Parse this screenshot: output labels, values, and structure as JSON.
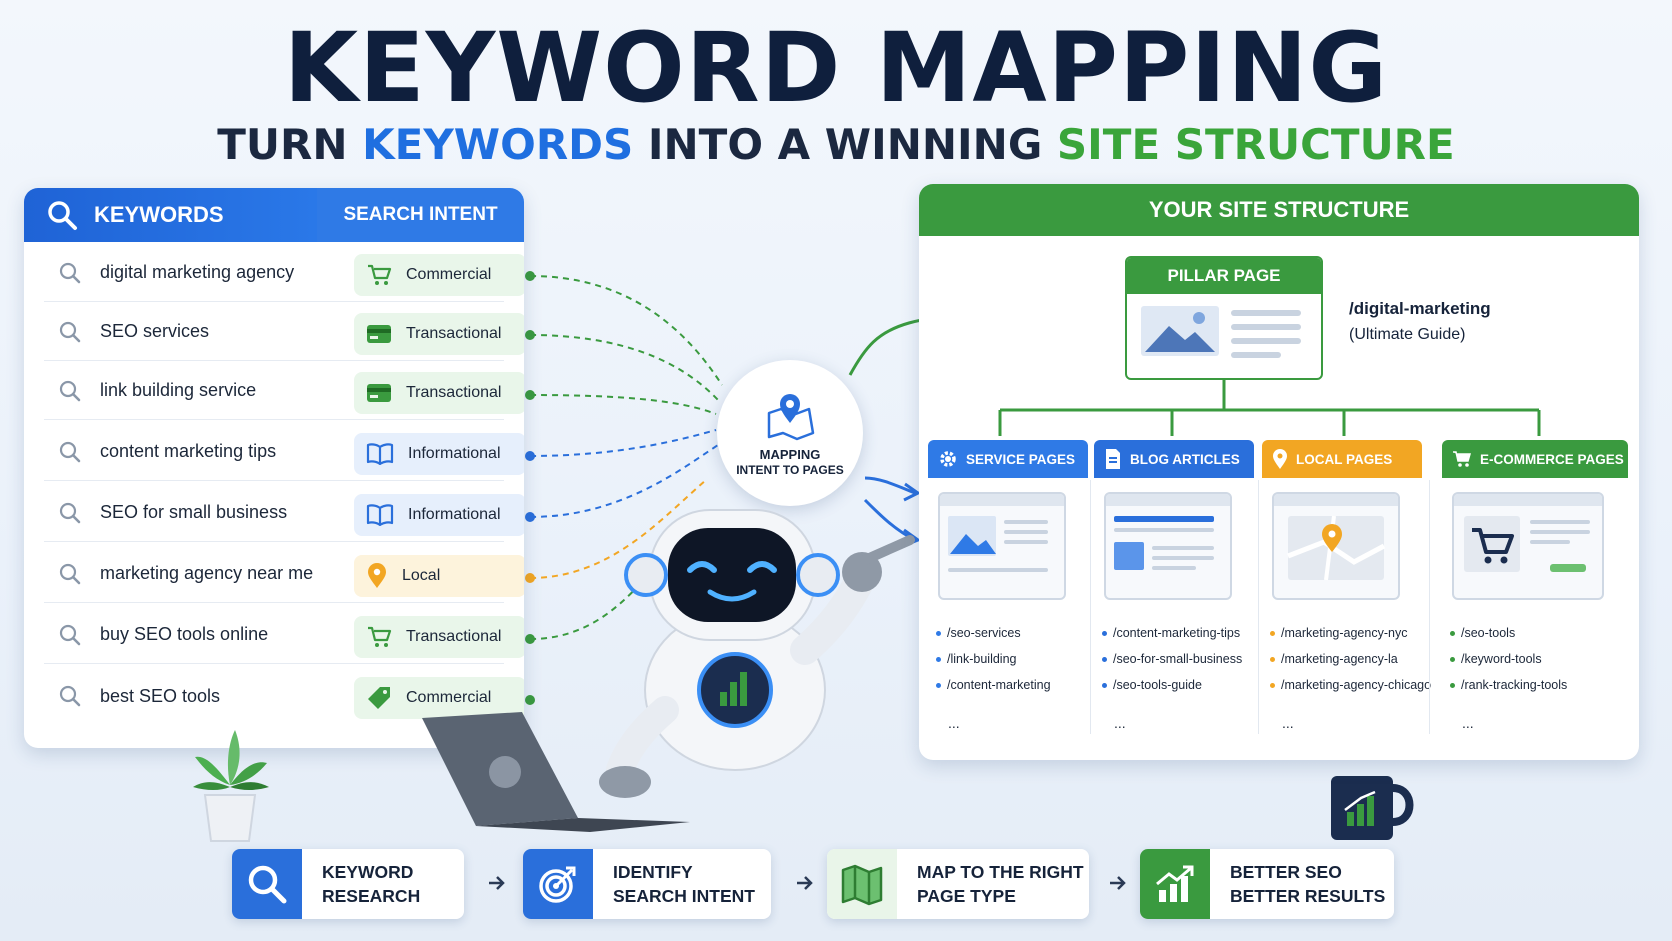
{
  "title": "KEYWORD MAPPING",
  "subtitle": {
    "part1": "TURN ",
    "part2": "KEYWORDS",
    "part3": " INTO A WINNING ",
    "part4": "SITE STRUCTURE"
  },
  "keywords_panel": {
    "header_left": "KEYWORDS",
    "header_right": "SEARCH INTENT",
    "rows": [
      {
        "keyword": "digital marketing agency",
        "intent": "Commercial",
        "intent_icon": "cart-icon",
        "color": "green"
      },
      {
        "keyword": "SEO services",
        "intent": "Transactional",
        "intent_icon": "credit-card-icon",
        "color": "green"
      },
      {
        "keyword": "link building service",
        "intent": "Transactional",
        "intent_icon": "credit-card-icon",
        "color": "green"
      },
      {
        "keyword": "content marketing tips",
        "intent": "Informational",
        "intent_icon": "book-icon",
        "color": "blue"
      },
      {
        "keyword": "SEO for small business",
        "intent": "Informational",
        "intent_icon": "book-icon",
        "color": "blue"
      },
      {
        "keyword": "marketing agency near me",
        "intent": "Local",
        "intent_icon": "map-pin-icon",
        "color": "yellow"
      },
      {
        "keyword": "buy SEO tools online",
        "intent": "Transactional",
        "intent_icon": "cart-icon",
        "color": "green"
      },
      {
        "keyword": "best SEO tools",
        "intent": "Commercial",
        "intent_icon": "tag-icon",
        "color": "green"
      }
    ]
  },
  "mapping": {
    "line1": "MAPPING",
    "line2": "INTENT TO PAGES"
  },
  "site_structure": {
    "header": "YOUR SITE STRUCTURE",
    "pillar_title": "PILLAR PAGE",
    "pillar_url": "/digital-marketing",
    "pillar_note": "(Ultimate Guide)",
    "categories": [
      {
        "title": "SERVICE PAGES",
        "icon": "gear-icon",
        "color": "#2f7ae6",
        "items": [
          "/seo-services",
          "/link-building",
          "/content-marketing"
        ],
        "more": "..."
      },
      {
        "title": "BLOG ARTICLES",
        "icon": "document-icon",
        "color": "#2a6fdb",
        "items": [
          "/content-marketing-tips",
          "/seo-for-small-business",
          "/seo-tools-guide"
        ],
        "more": "..."
      },
      {
        "title": "LOCAL PAGES",
        "icon": "map-pin-icon",
        "color": "#f2a623",
        "items": [
          "/marketing-agency-nyc",
          "/marketing-agency-la",
          "/marketing-agency-chicago"
        ],
        "more": "..."
      },
      {
        "title": "E-COMMERCE PAGES",
        "icon": "cart-icon",
        "color": "#3a9a3f",
        "items": [
          "/seo-tools",
          "/keyword-tools",
          "/rank-tracking-tools"
        ],
        "more": "..."
      }
    ]
  },
  "steps": [
    {
      "line1": "KEYWORD",
      "line2": "RESEARCH",
      "icon": "search-icon",
      "color": "#2a6fdb"
    },
    {
      "line1": "IDENTIFY",
      "line2": "SEARCH INTENT",
      "icon": "target-icon",
      "color": "#2a6fdb"
    },
    {
      "line1": "MAP TO THE RIGHT",
      "line2": "PAGE TYPE",
      "icon": "map-icon",
      "color": "#3a9a3f"
    },
    {
      "line1": "BETTER SEO",
      "line2": "BETTER RESULTS",
      "icon": "growth-chart-icon",
      "color": "#3a9a3f"
    }
  ]
}
